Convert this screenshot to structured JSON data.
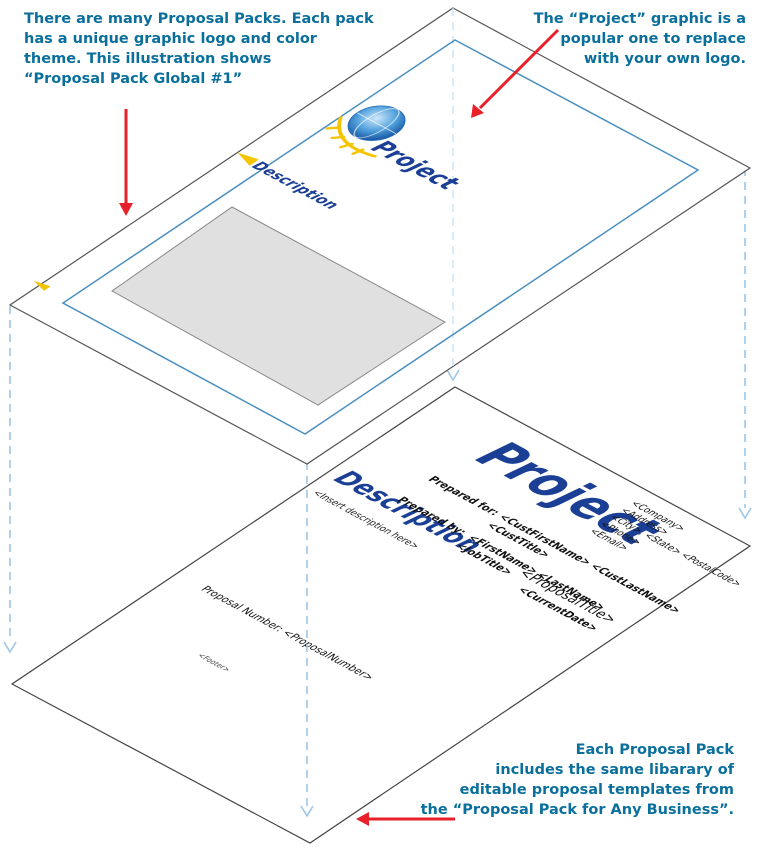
{
  "callouts": {
    "top_left": [
      "There are many Proposal Packs. Each pack",
      "has a unique graphic logo and color",
      "theme.  This illustration shows",
      "“Proposal Pack Global #1”"
    ],
    "top_right": [
      "The “Project” graphic is a",
      "popular one to replace",
      "with your own logo."
    ],
    "bottom_right": [
      "Each Proposal Pack",
      "includes the same libarary of",
      "editable proposal templates from",
      "the “Proposal Pack for Any Business”."
    ]
  },
  "top_layer": {
    "logo_word": "Project",
    "section_word": "Description"
  },
  "bottom_layer": {
    "title": "Project",
    "subtitle": "Description",
    "description_placeholder": "<Insert description here>",
    "prepared_for_label": "Prepared for:",
    "prepared_for_name": "<CustFirstName> <CustLastName>",
    "prepared_for_title": "<CustTitle>",
    "prepared_by_label": "Prepared by:",
    "prepared_by_name": "<FirstName> <LastName>",
    "prepared_by_title": "<JobTitle>",
    "proposal_title": "<ProposalTitle>",
    "current_date": "<CurrentDate>",
    "company_block": [
      "<Company>",
      "<Address>",
      "<City>, <State> <PostalCode>",
      "<Phone>",
      "<Email>"
    ],
    "proposal_number": "Proposal Number: <ProposalNumber>",
    "footer": "<Footer>"
  },
  "colors": {
    "callout_text": "#0a6f9c",
    "arrow": "#e8202a",
    "border_blue": "#4a8fc0",
    "dash_blue": "#9dc6e6",
    "title_blue": "#1b3f95",
    "accent_yellow": "#f4c400",
    "photo_gray": "#e0e0e0"
  }
}
